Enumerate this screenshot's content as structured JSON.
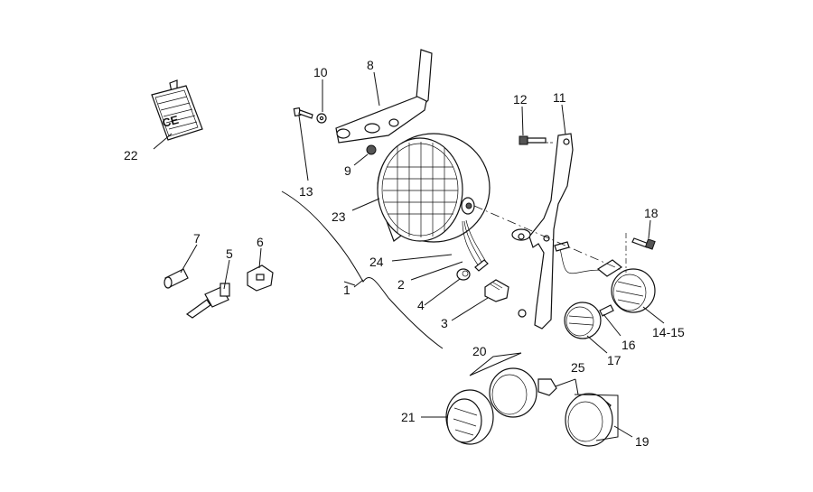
{
  "diagram": {
    "labels": {
      "p1": "1",
      "p2": "2",
      "p3": "3",
      "p4": "4",
      "p5": "5",
      "p6": "6",
      "p7": "7",
      "p8": "8",
      "p9": "9",
      "p10": "10",
      "p11": "11",
      "p12": "12",
      "p13": "13",
      "p14_15": "14-15",
      "p16": "16",
      "p17": "17",
      "p18": "18",
      "p19": "19",
      "p20": "20",
      "p21": "21",
      "p22": "22",
      "p23": "23",
      "p24": "24",
      "p25": "25"
    },
    "reflector_marking": "CE"
  }
}
